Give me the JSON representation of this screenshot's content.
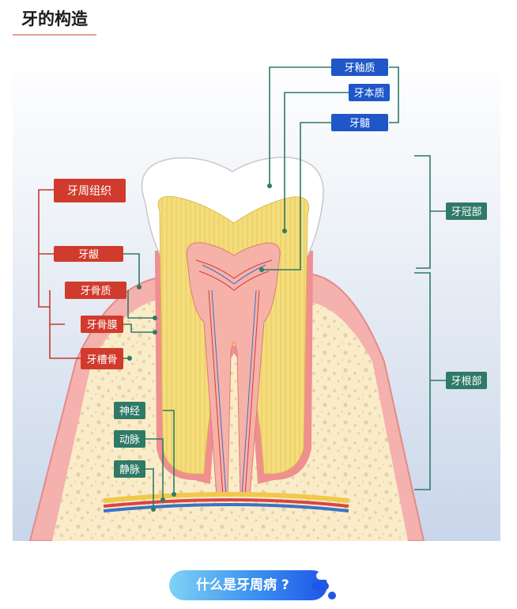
{
  "title": "牙的构造",
  "labels": {
    "enamel": "牙釉质",
    "dentin": "牙本质",
    "pulp": "牙髓",
    "crown": "牙冠部",
    "root": "牙根部",
    "periodontium": "牙周组织",
    "gingiva": "牙龈",
    "cementum": "牙骨质",
    "periodontal_membrane": "牙骨膜",
    "alveolar_bone": "牙槽骨",
    "nerve": "神经",
    "artery": "动脉",
    "vein": "静脉"
  },
  "banner": {
    "text": "什么是牙周病 ?"
  },
  "colors": {
    "blue_label": "#1f57c8",
    "red_label": "#d13b2d",
    "green_label": "#2f7a66",
    "leader_line": "#2f7a66",
    "enamel": "#ffffff",
    "dentin": "#f3dc78",
    "pulp": "#f2a9a1",
    "gum": "#f0a3a3",
    "bone": "#fbeccb"
  }
}
